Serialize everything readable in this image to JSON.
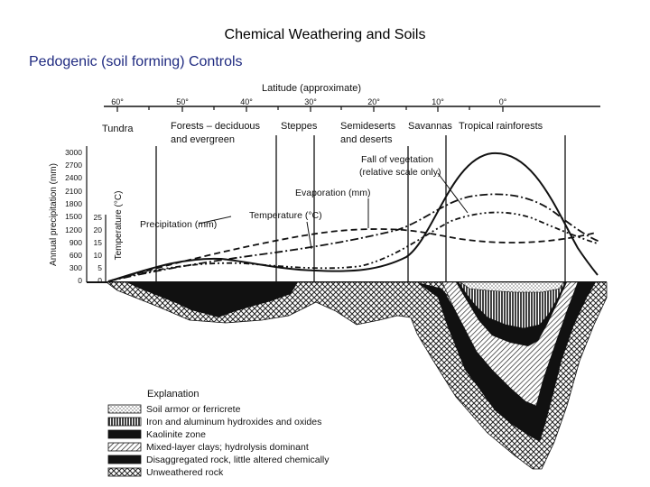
{
  "slide": {
    "title": "Chemical Weathering and Soils",
    "subtitle": "Pedogenic (soil forming) Controls"
  },
  "figure": {
    "top_axis": {
      "label": "Latitude (approximate)",
      "ticks": [
        "60°",
        "50°",
        "40°",
        "30°",
        "20°",
        "10°",
        "0°"
      ]
    },
    "zones": {
      "tundra": "Tundra",
      "forests_1": "Forests – deciduous",
      "forests_2": "and evergreen",
      "steppes": "Steppes",
      "semideserts_1": "Semideserts",
      "semideserts_2": "and deserts",
      "savannas": "Savannas",
      "rainforest": "Tropical rainforests"
    },
    "left_axes": {
      "precip_label": "Annual precipitation (mm)",
      "precip_ticks": [
        "3000",
        "2700",
        "2400",
        "2100",
        "1800",
        "1500",
        "1200",
        "900",
        "600",
        "300",
        "0"
      ],
      "temp_label": "Temperature (°C)",
      "temp_ticks": [
        "25",
        "20",
        "15",
        "10",
        "5",
        "0"
      ]
    },
    "curve_labels": {
      "precipitation": "Precipitation (mm)",
      "evaporation": "Evaporation (mm)",
      "temperature": "Temperature (°C)",
      "vegetation_1": "Fall of vegetation",
      "vegetation_2": "(relative scale only)"
    },
    "legend": {
      "title": "Explanation",
      "items": [
        "Soil armor or ferricrete",
        "Iron and aluminum hydroxides and oxides",
        "Kaolinite zone",
        "Mixed-layer clays; hydrolysis dominant",
        "Disaggregated rock, little altered chemically",
        "Unweathered rock"
      ]
    }
  }
}
